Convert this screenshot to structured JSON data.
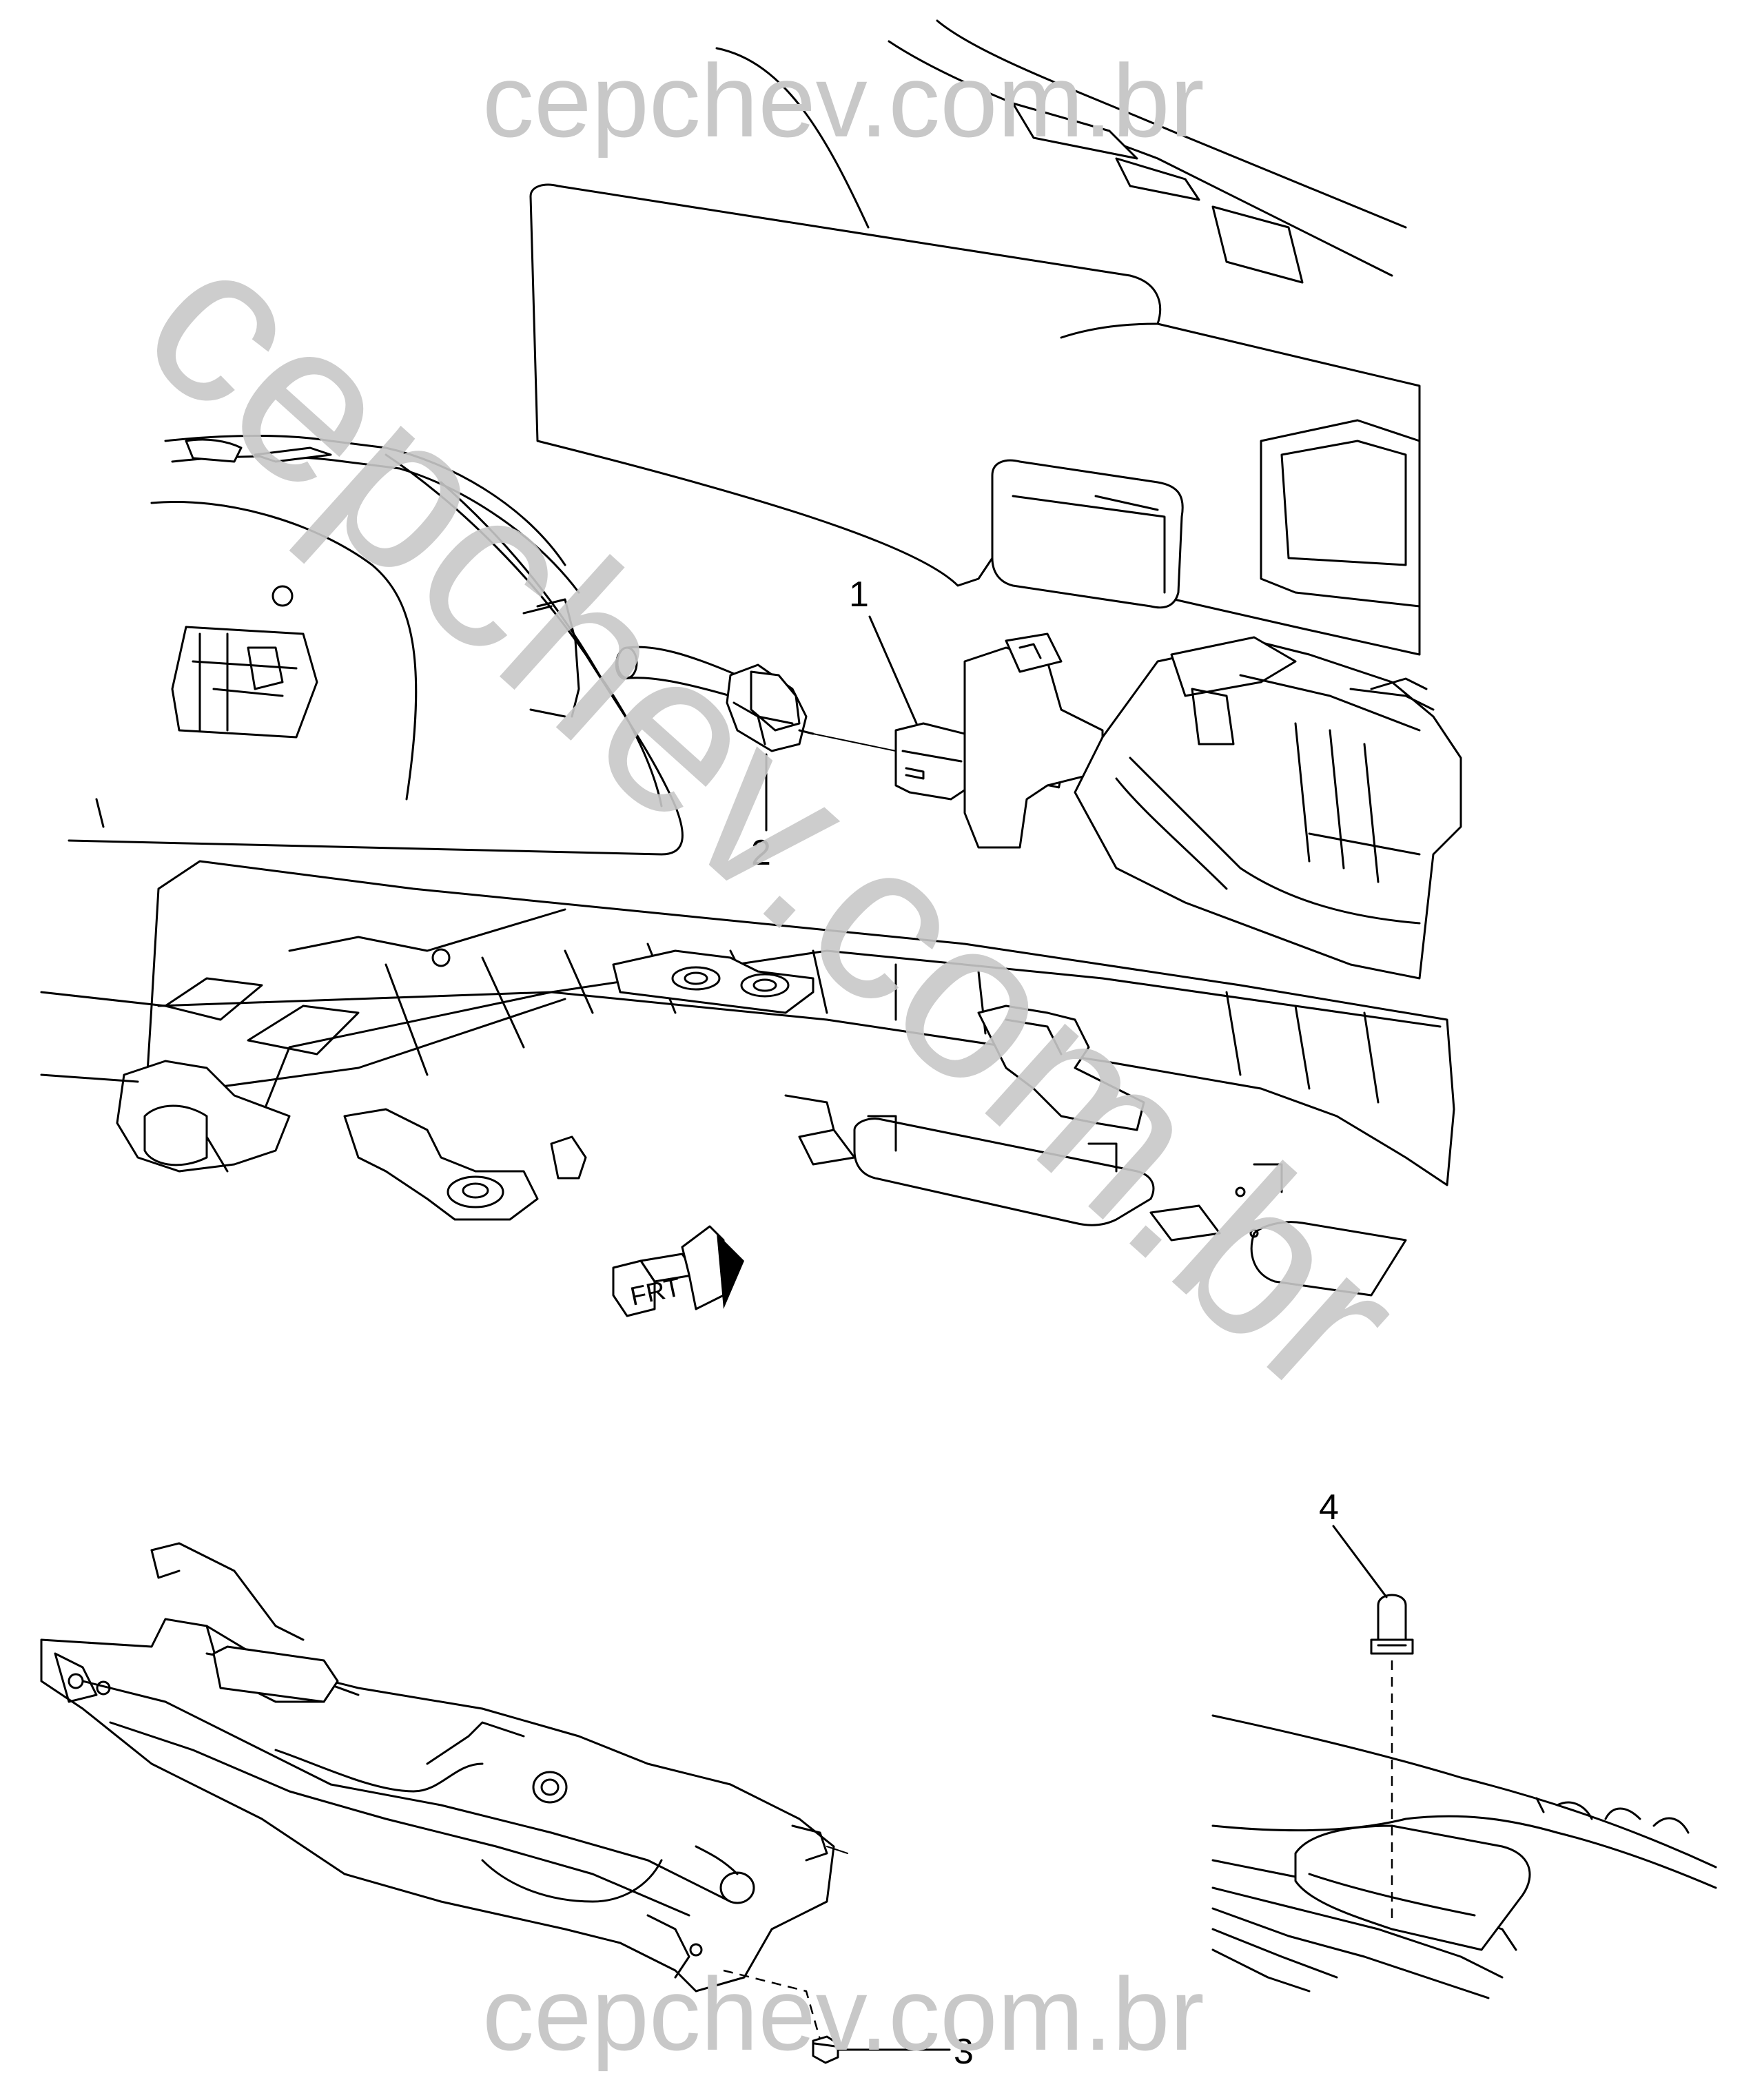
{
  "watermark": {
    "top": "cepchev.com.br",
    "diagonal": "cepchev.com.br",
    "bottom": "cepchev.com.br"
  },
  "direction_marker": {
    "label": "FRT"
  },
  "callouts": [
    {
      "id": "1",
      "label": "1"
    },
    {
      "id": "2",
      "label": "2"
    },
    {
      "id": "3",
      "label": "3"
    },
    {
      "id": "4",
      "label": "4"
    }
  ],
  "colors": {
    "line": "#000000",
    "watermark": "#c8c8c8",
    "background": "#ffffff"
  }
}
